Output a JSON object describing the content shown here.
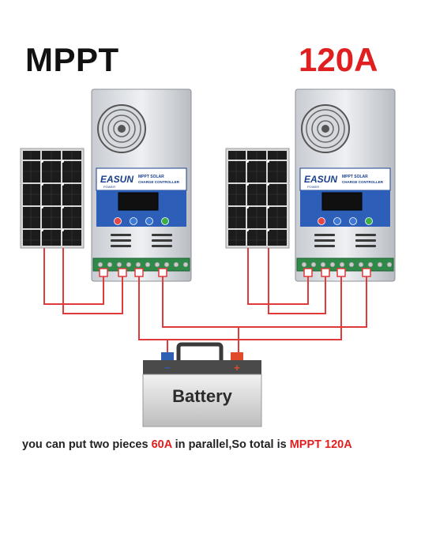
{
  "title_left": "MPPT",
  "title_right": "120A",
  "controller": {
    "brand_main": "EASUN",
    "brand_sub": "POWER",
    "line1": "MPPT SOLAR",
    "line2": "CHARGE CONTROLLER"
  },
  "battery": {
    "label": "Battery",
    "negative_symbol": "−",
    "positive_symbol": "+"
  },
  "caption": {
    "part1": "you can put two pieces ",
    "highlight1": "60A",
    "part2": " in parallel,So total is ",
    "highlight2": "MPPT 120A"
  },
  "colors": {
    "wire": "#e03a3a",
    "accent_red": "#e02020",
    "panel_blue": "#1a3f8c"
  }
}
